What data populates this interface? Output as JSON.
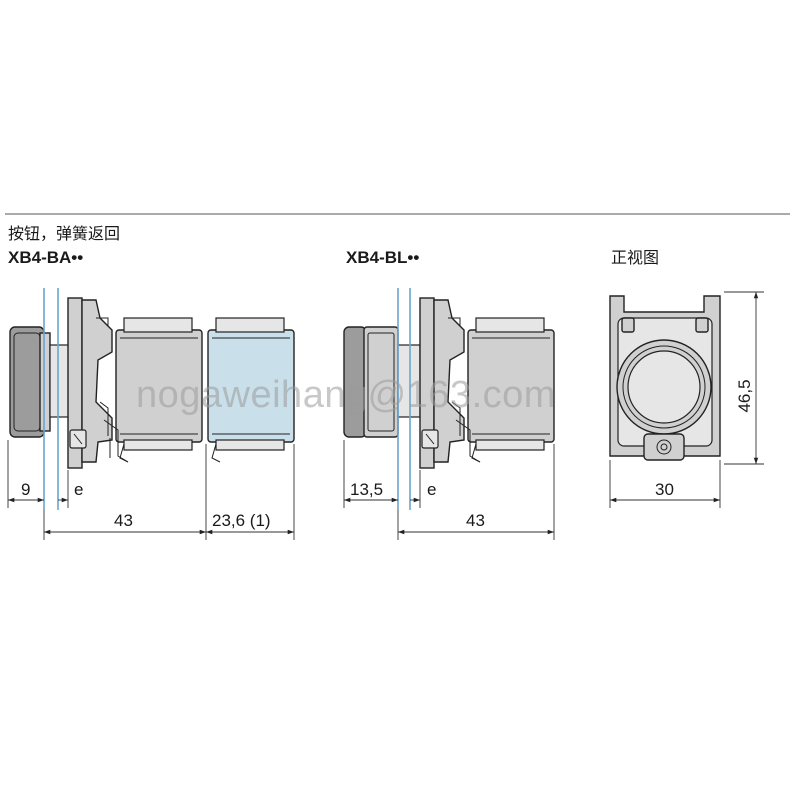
{
  "header": {
    "title_cn": "按钮，弹簧返回",
    "model_a": "XB4-BA••",
    "model_b": "XB4-BL••",
    "front_view": "正视图"
  },
  "dimensions": {
    "a_head": "9",
    "a_e": "e",
    "a_body": "43",
    "a_extra": "23,6 (1)",
    "b_head": "13,5",
    "b_e": "e",
    "b_body": "43",
    "front_width": "30",
    "front_height": "46,5"
  },
  "watermark": "nogaweihang@163.com",
  "colors": {
    "part_fill": "#d0d0d0",
    "extra_block_fill": "#c9dfe9",
    "panel_line": "#6aa6cf",
    "line": "#222222"
  }
}
